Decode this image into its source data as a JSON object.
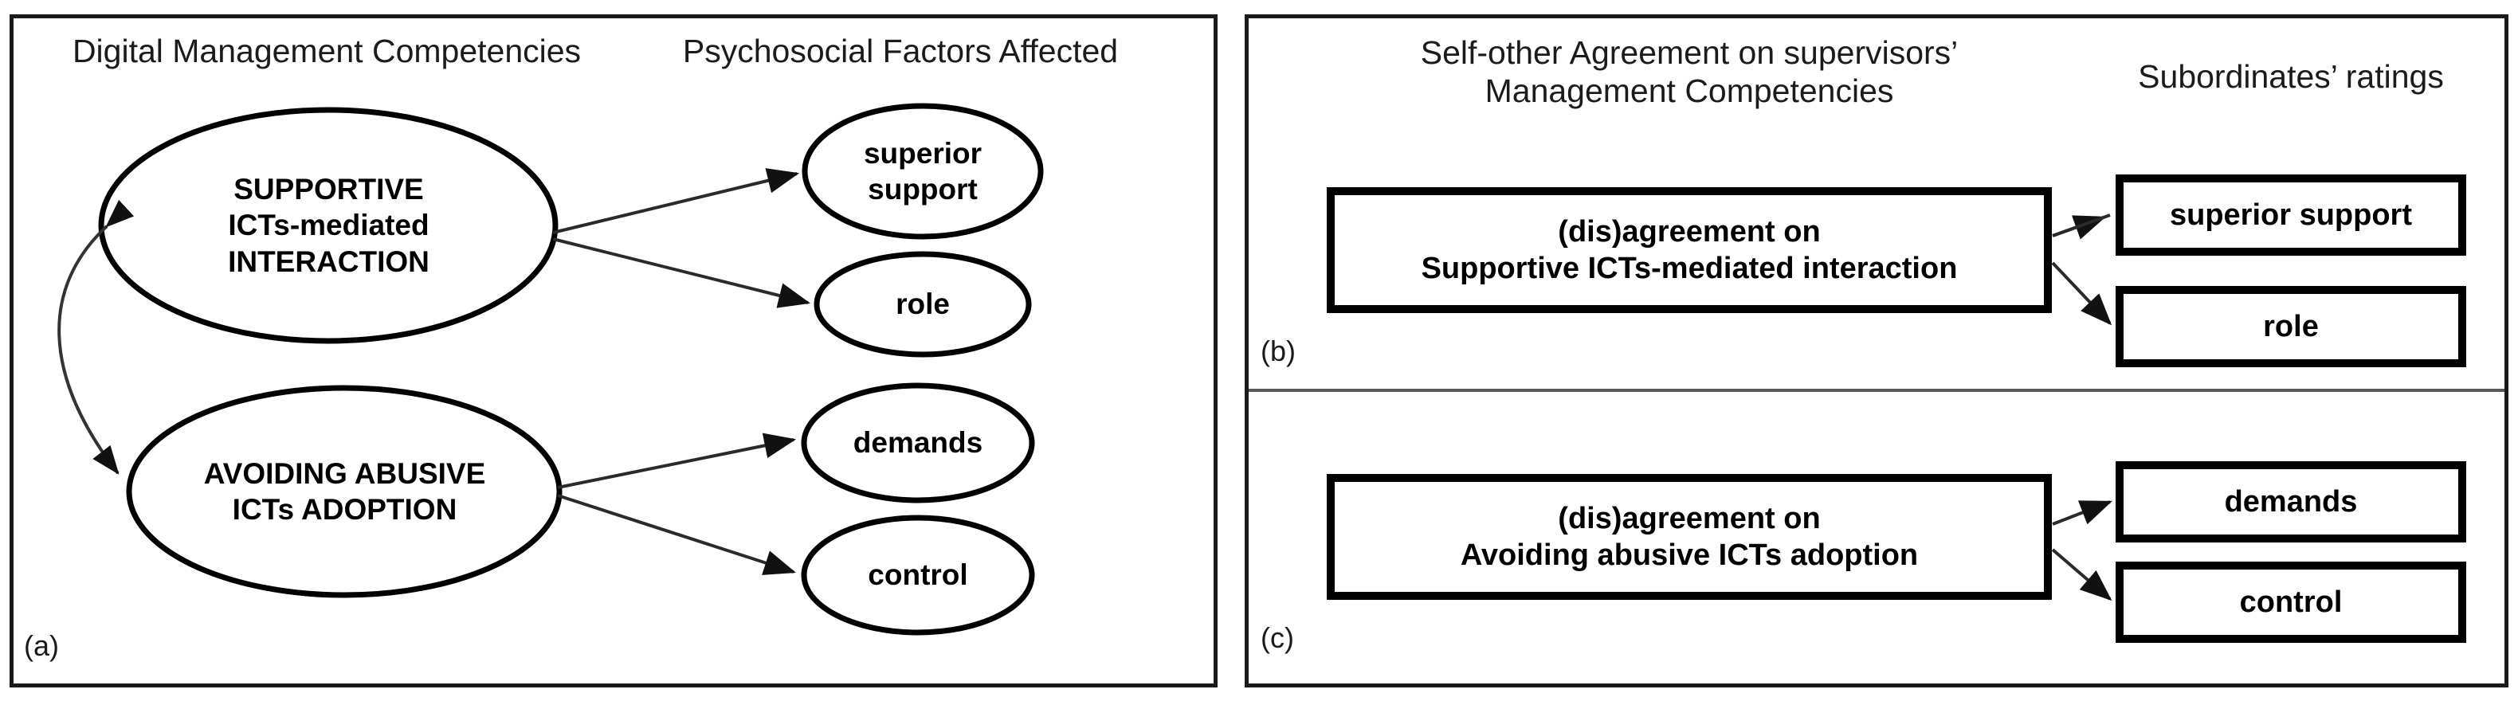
{
  "figure": {
    "panels": [
      {
        "id": "a",
        "caption": "(a)",
        "headers": [
          "Digital Management Competencies",
          "Psychosocial Factors Affected"
        ],
        "left_nodes": [
          {
            "id": "supportive",
            "label": "SUPPORTIVE\nICTs-mediated\nINTERACTION",
            "shape": "ellipse"
          },
          {
            "id": "avoiding",
            "label": "AVOIDING ABUSIVE\nICTs ADOPTION",
            "shape": "ellipse"
          }
        ],
        "right_nodes": [
          {
            "id": "superior-support",
            "label": "superior\nsupport",
            "shape": "ellipse"
          },
          {
            "id": "role",
            "label": "role",
            "shape": "ellipse"
          },
          {
            "id": "demands",
            "label": "demands",
            "shape": "ellipse"
          },
          {
            "id": "control",
            "label": "control",
            "shape": "ellipse"
          }
        ],
        "edges": [
          {
            "from": "supportive",
            "to": "superior-support",
            "style": "arrow"
          },
          {
            "from": "supportive",
            "to": "role",
            "style": "arrow"
          },
          {
            "from": "avoiding",
            "to": "demands",
            "style": "arrow"
          },
          {
            "from": "avoiding",
            "to": "control",
            "style": "arrow"
          },
          {
            "from": "supportive",
            "to": "avoiding",
            "style": "double-headed-curve"
          }
        ]
      },
      {
        "id": "b",
        "caption": "(b)",
        "headers": [
          "Self-other Agreement on supervisors’\nManagement Competencies",
          "Subordinates’ ratings"
        ],
        "left_nodes": [
          {
            "id": "dis-supportive",
            "label": "(dis)agreement on\nSupportive ICTs-mediated interaction",
            "shape": "rect"
          }
        ],
        "right_nodes": [
          {
            "id": "b-superior-support",
            "label": "superior support",
            "shape": "rect"
          },
          {
            "id": "b-role",
            "label": "role",
            "shape": "rect"
          }
        ],
        "edges": [
          {
            "from": "dis-supportive",
            "to": "b-superior-support",
            "style": "arrow"
          },
          {
            "from": "dis-supportive",
            "to": "b-role",
            "style": "arrow"
          }
        ]
      },
      {
        "id": "c",
        "caption": "(c)",
        "headers": [],
        "left_nodes": [
          {
            "id": "dis-avoiding",
            "label": "(dis)agreement on\nAvoiding abusive ICTs adoption",
            "shape": "rect"
          }
        ],
        "right_nodes": [
          {
            "id": "c-demands",
            "label": "demands",
            "shape": "rect"
          },
          {
            "id": "c-control",
            "label": "control",
            "shape": "rect"
          }
        ],
        "edges": [
          {
            "from": "dis-avoiding",
            "to": "c-demands",
            "style": "arrow"
          },
          {
            "from": "dis-avoiding",
            "to": "c-control",
            "style": "arrow"
          }
        ]
      }
    ],
    "colors": {
      "stroke": "#000000",
      "panel_border": "#1a1a1a",
      "text": "#1b1b1b",
      "background": "#ffffff",
      "thin_line": "#4a4a4a"
    }
  }
}
